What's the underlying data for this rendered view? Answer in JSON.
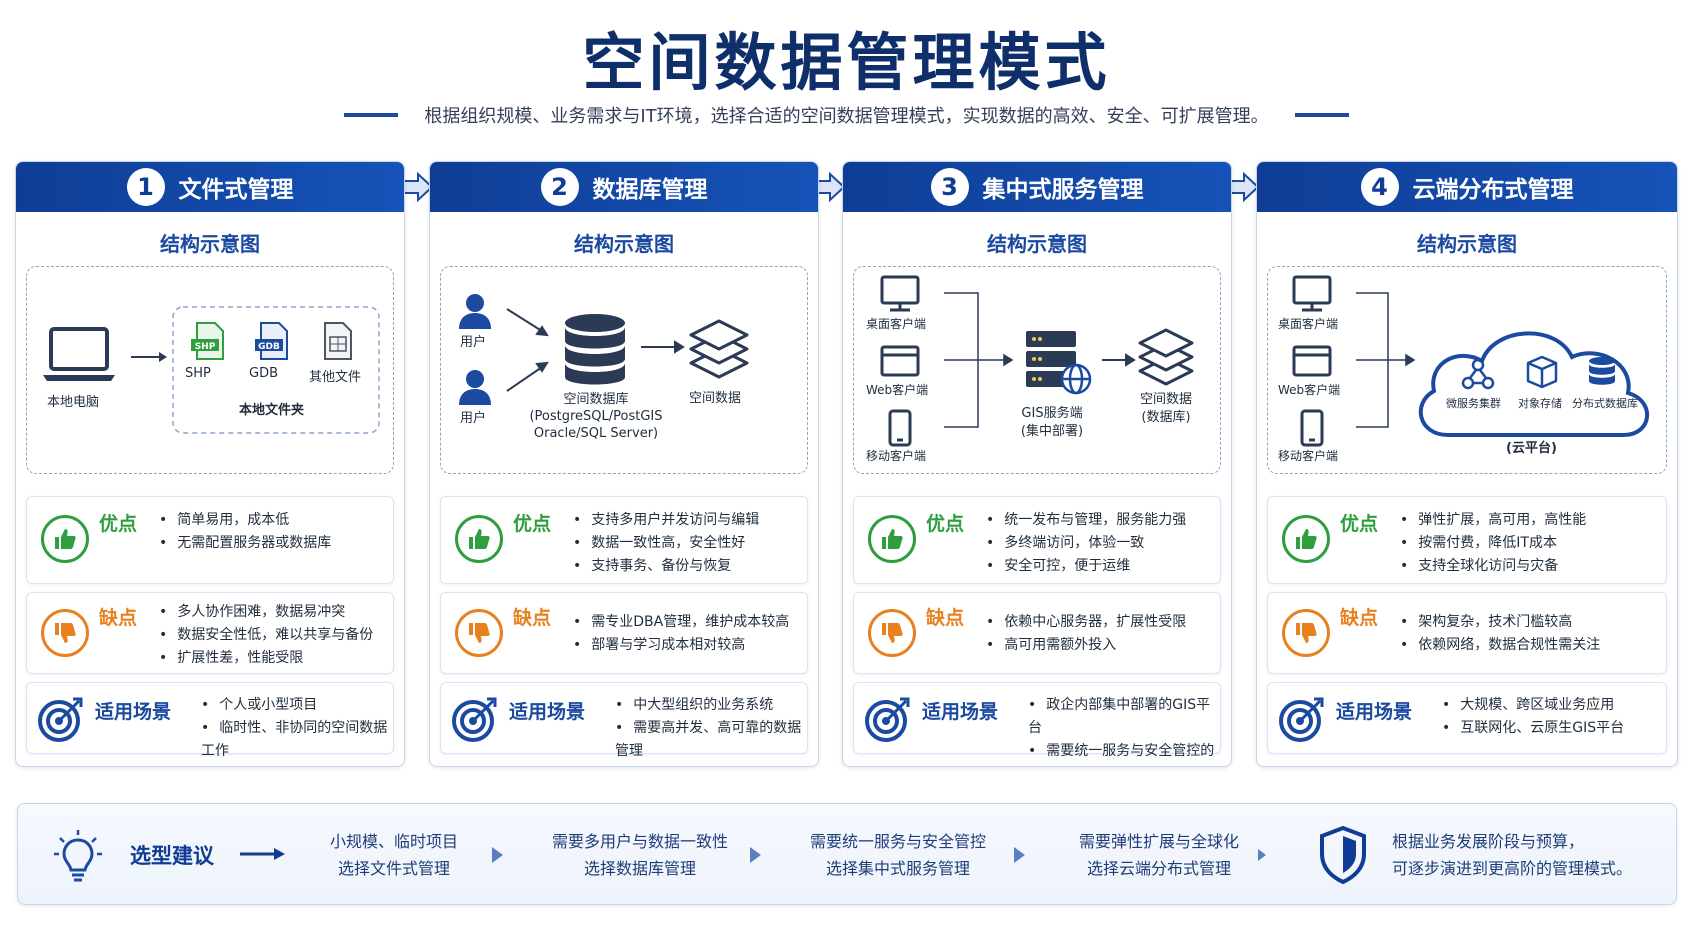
{
  "title": "空间数据管理模式",
  "subtitle": "根据组织规模、业务需求与IT环境，选择合适的空间数据管理模式，实现数据的高效、安全、可扩展管理。",
  "labels": {
    "structure": "结构示意图",
    "pros": "优点",
    "cons": "缺点",
    "scene": "适用场景"
  },
  "cards": [
    {
      "num": "1",
      "title": "文件式管理",
      "diagram": {
        "computer": "本地电脑",
        "shp_tag": "SHP",
        "gdb_tag": "GDB",
        "shp": "SHP",
        "gdb": "GDB",
        "other": "其他文件",
        "folder": "本地文件夹"
      },
      "pros": [
        "简单易用，成本低",
        "无需配置服务器或数据库"
      ],
      "cons": [
        "多人协作困难，数据易冲突",
        "数据安全性低，难以共享与备份",
        "扩展性差，性能受限"
      ],
      "scene": [
        "个人或小型项目",
        "临时性、非协同的空间数据工作"
      ]
    },
    {
      "num": "2",
      "title": "数据库管理",
      "diagram": {
        "user1": "用户",
        "user2": "用户",
        "db_line1": "空间数据库",
        "db_line2": "(PostgreSQL/PostGIS",
        "db_line3": "Oracle/SQL Server)",
        "data": "空间数据"
      },
      "pros": [
        "支持多用户并发访问与编辑",
        "数据一致性高，安全性好",
        "支持事务、备份与恢复"
      ],
      "cons": [
        "需专业DBA管理，维护成本较高",
        "部署与学习成本相对较高"
      ],
      "scene": [
        "中大型组织的业务系统",
        "需要高并发、高可靠的数据管理"
      ]
    },
    {
      "num": "3",
      "title": "集中式服务管理",
      "diagram": {
        "desktop": "桌面客户端",
        "web": "Web客户端",
        "mobile": "移动客户端",
        "gis_line1": "GIS服务端",
        "gis_line2": "(集中部署)",
        "data_line1": "空间数据",
        "data_line2": "(数据库)"
      },
      "pros": [
        "统一发布与管理，服务能力强",
        "多终端访问，体验一致",
        "安全可控，便于运维"
      ],
      "cons": [
        "依赖中心服务器，扩展性受限",
        "高可用需额外投入"
      ],
      "scene": [
        "政企内部集中部署的GIS平台",
        "需要统一服务与安全管控的场景"
      ]
    },
    {
      "num": "4",
      "title": "云端分布式管理",
      "diagram": {
        "desktop": "桌面客户端",
        "web": "Web客户端",
        "mobile": "移动客户端",
        "micro": "微服务集群",
        "object": "对象存储",
        "distdb": "分布式数据库",
        "cloud": "(云平台)"
      },
      "pros": [
        "弹性扩展，高可用，高性能",
        "按需付费，降低IT成本",
        "支持全球化访问与灾备"
      ],
      "cons": [
        "架构复杂，技术门槛较高",
        "依赖网络，数据合规性需关注"
      ],
      "scene": [
        "大规模、跨区域业务应用",
        "互联网化、云原生GIS平台"
      ]
    }
  ],
  "advice": {
    "label": "选型建议",
    "steps": [
      {
        "line1": "小规模、临时项目",
        "line2": "选择文件式管理"
      },
      {
        "line1": "需要多用户与数据一致性",
        "line2": "选择数据库管理"
      },
      {
        "line1": "需要统一服务与安全管控",
        "line2": "选择集中式服务管理"
      },
      {
        "line1": "需要弹性扩展与全球化",
        "line2": "选择云端分布式管理"
      }
    ],
    "final_line1": "根据业务发展阶段与预算，",
    "final_line2": "可逐步演进到更高阶的管理模式。"
  },
  "colors": {
    "header": "#0f3d95",
    "title": "#0f2f6b",
    "pros": "#2e9e3e",
    "cons": "#e8801e",
    "accent": "#1b4aa0"
  }
}
